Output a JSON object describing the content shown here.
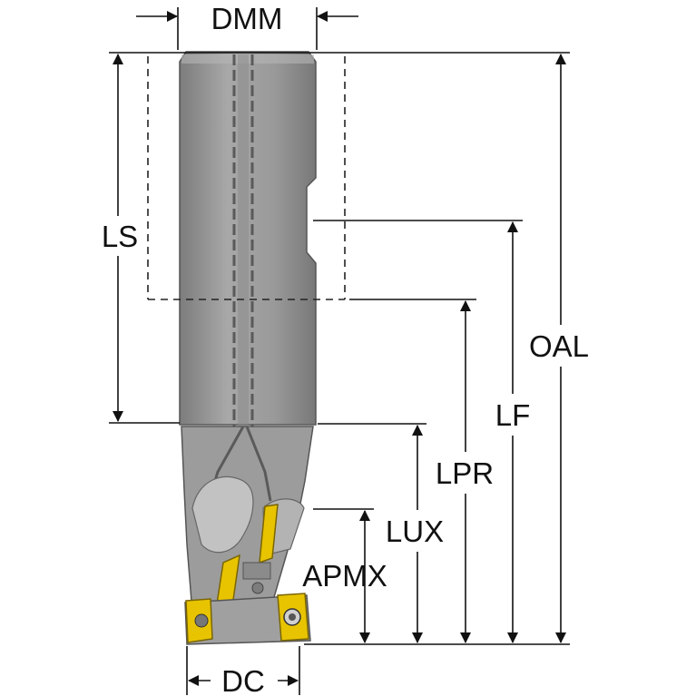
{
  "dimensions": {
    "dmm": "DMM",
    "ls": "LS",
    "oal": "OAL",
    "lf": "LF",
    "lpr": "LPR",
    "lux": "LUX",
    "apmx": "APMX",
    "dc": "DC"
  },
  "colors": {
    "body_gray": "#9a9a9a",
    "shadow_gray": "#6e6e6e",
    "light_gray": "#c4c4c4",
    "insert_yellow": "#e8c400",
    "line_black": "#111111"
  }
}
